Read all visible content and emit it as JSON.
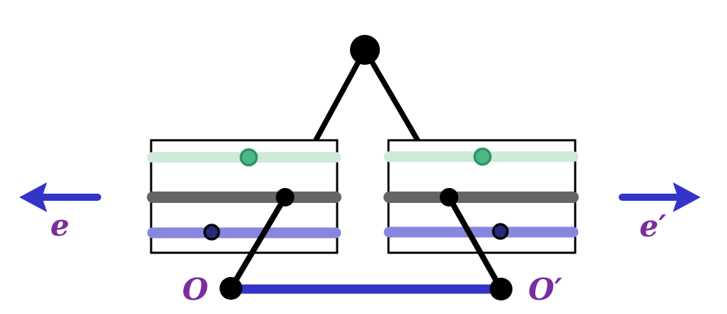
{
  "labels": {
    "e": "e",
    "e_prime": "e′",
    "O": "O",
    "O_prime": "O′"
  },
  "colors": {
    "black": "#000000",
    "blue": "#3434c9",
    "purple": "#7b2d9e",
    "mint": "#cdeadb",
    "green_fill": "#4db785",
    "green_stroke": "#2f9468",
    "gray": "#656565",
    "lavender": "#8787e0",
    "navy_fill": "#28287d",
    "background": "#ffffff"
  }
}
